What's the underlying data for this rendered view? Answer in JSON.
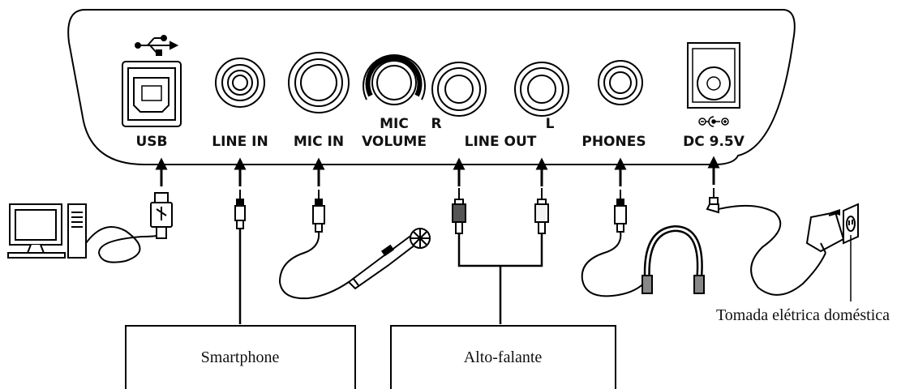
{
  "colors": {
    "stroke": "#000000",
    "background": "#ffffff",
    "jack_dark": "#555555",
    "plug_light": "#f2f2f2"
  },
  "icons": {
    "usb_symbol": "usb-symbol-icon",
    "dc_polarity": "dc-polarity-icon",
    "computer": "computer-icon",
    "microphone": "microphone-icon",
    "headphones": "headphones-icon",
    "power_adapter": "power-adapter-icon"
  },
  "panel_labels": {
    "usb": "USB",
    "line_in": "LINE IN",
    "mic_in": "MIC IN",
    "mic_volume_1": "MIC",
    "mic_volume_2": "VOLUME",
    "line_out_r": "R",
    "line_out": "LINE OUT",
    "line_out_l": "L",
    "phones": "PHONES",
    "dc": "DC 9.5V"
  },
  "devices": {
    "smartphone": "Smartphone",
    "speaker": "Alto-falante",
    "outlet": "Tomada elétrica doméstica"
  }
}
